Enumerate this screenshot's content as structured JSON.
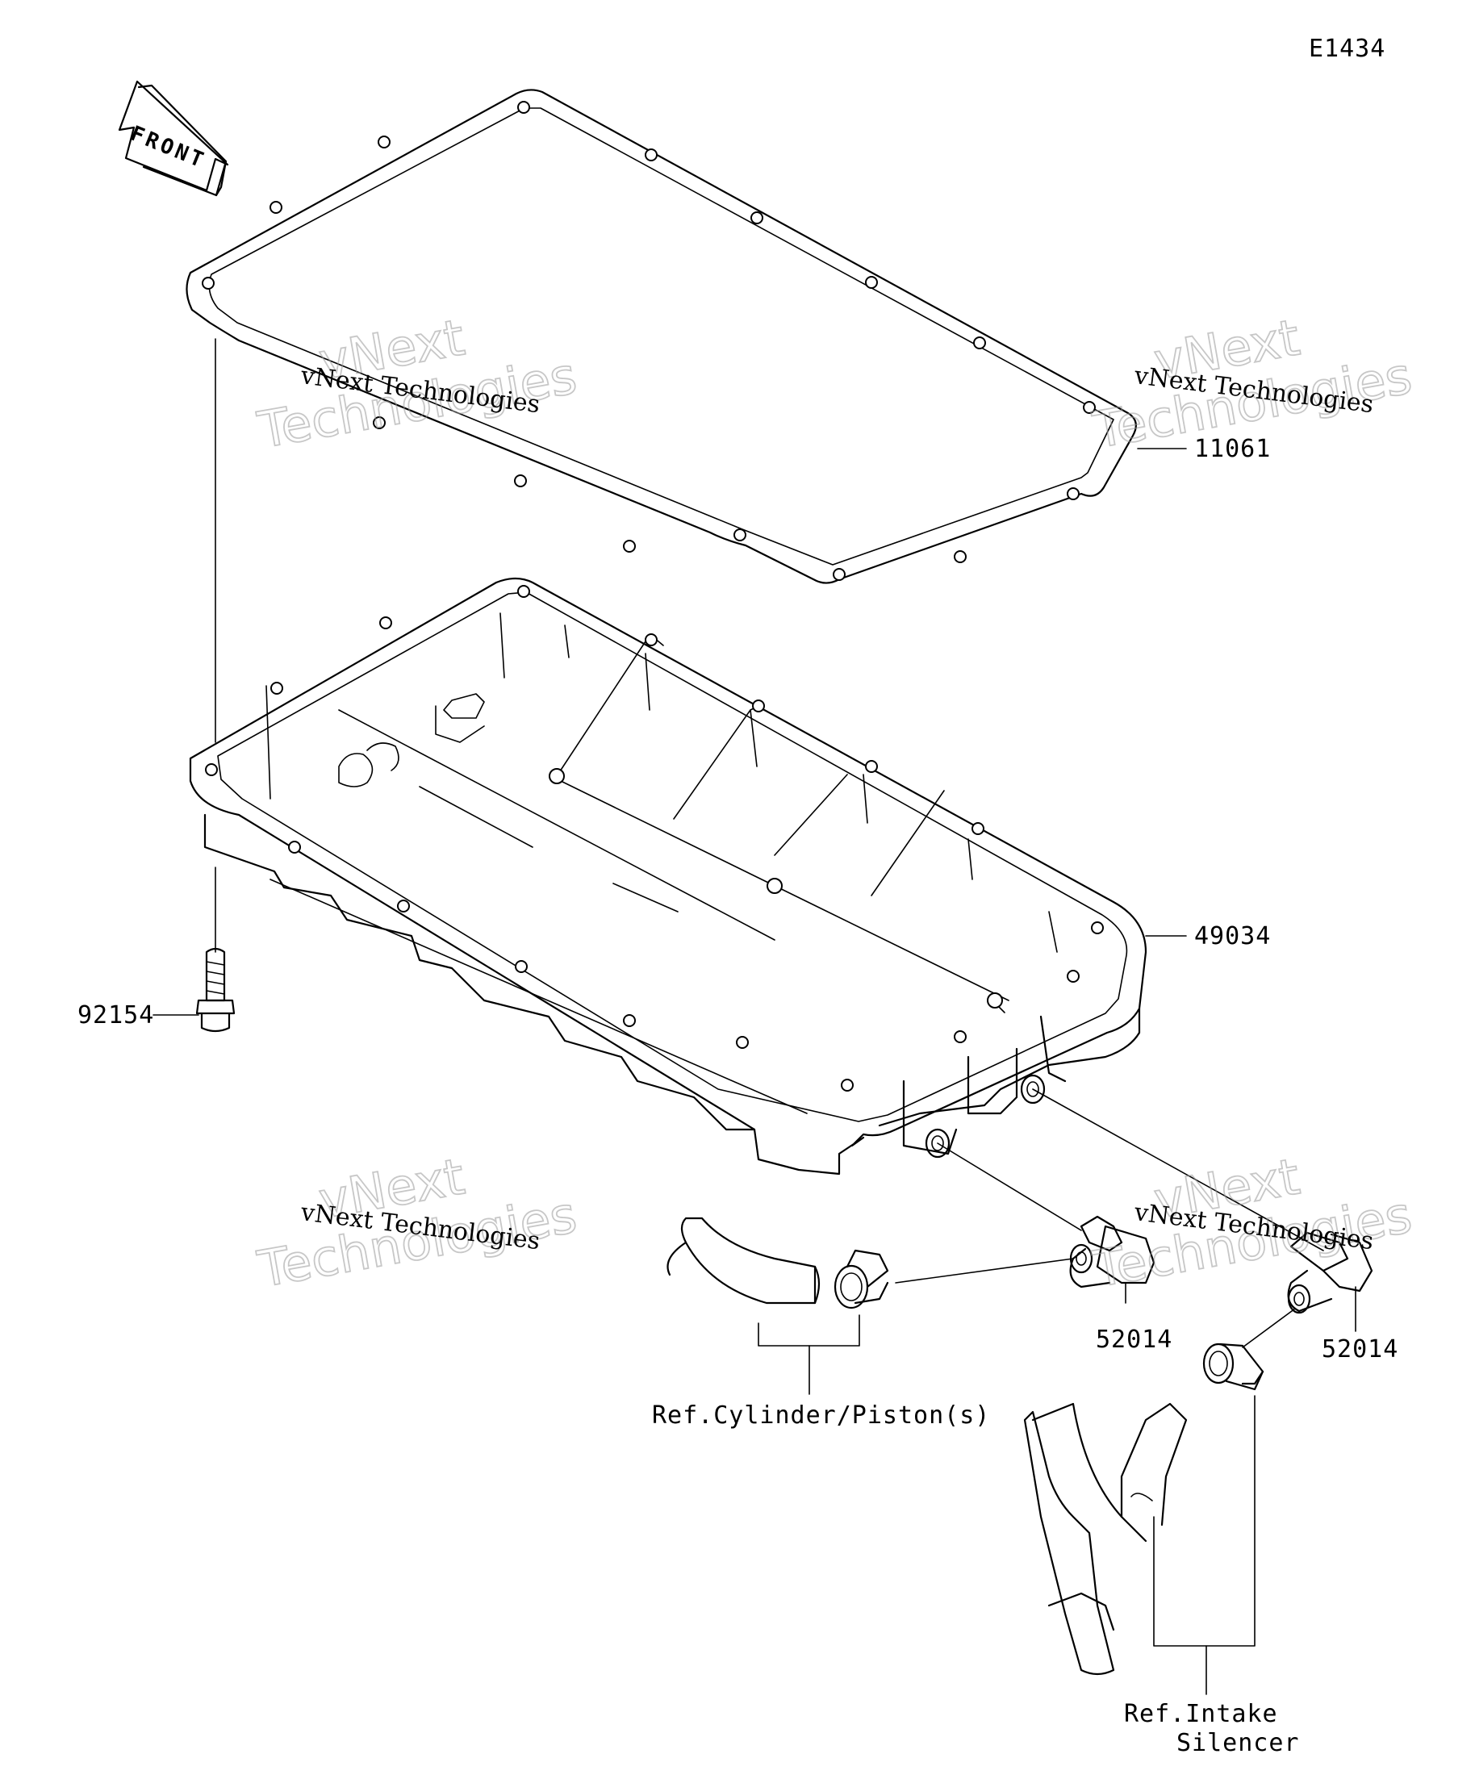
{
  "diagram": {
    "code": "E1434",
    "front_label": "FRONT",
    "parts": [
      {
        "number": "11061",
        "name_key": "gasket"
      },
      {
        "number": "49034",
        "name_key": "oil-pan"
      },
      {
        "number": "92154",
        "name_key": "bolt"
      },
      {
        "number": "52014",
        "name_key": "fitting-left"
      },
      {
        "number": "52014",
        "name_key": "fitting-right"
      }
    ],
    "references": [
      {
        "text": "Ref.Cylinder/Piston(s)"
      },
      {
        "lines": [
          "Ref.Intake",
          "Silencer"
        ]
      }
    ]
  },
  "watermarks": [
    {
      "small": "vNext Technologies",
      "big_line1": "vNext",
      "big_line2": "Technologies"
    },
    {
      "small": "vNext Technologies",
      "big_line1": "vNext",
      "big_line2": "Technologies"
    },
    {
      "small": "vNext Technologies",
      "big_line1": "vNext",
      "big_line2": "Technologies"
    },
    {
      "small": "vNext Technologies",
      "big_line1": "vNext",
      "big_line2": "Technologies"
    }
  ]
}
